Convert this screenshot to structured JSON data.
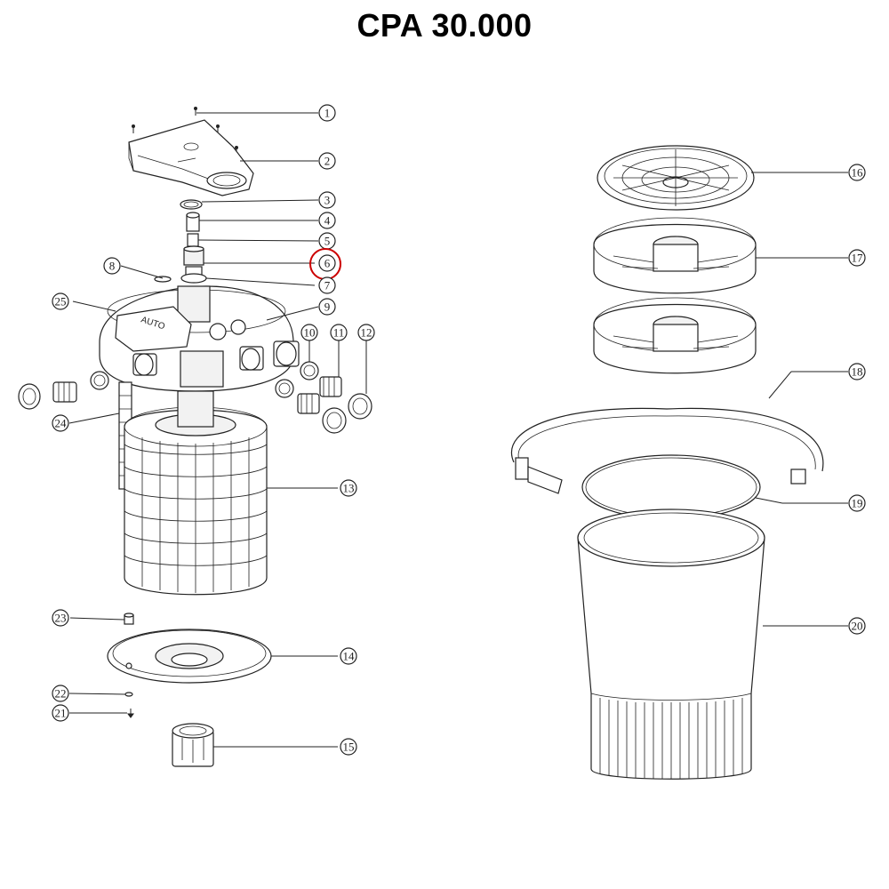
{
  "title": "CPA 30.000",
  "highlight_color": "#cc0000",
  "callouts": {
    "c1": "1",
    "c2": "2",
    "c3": "3",
    "c4": "4",
    "c5": "5",
    "c6": "6",
    "c7": "7",
    "c8": "8",
    "c9": "9",
    "c10": "10",
    "c11": "11",
    "c12": "12",
    "c13": "13",
    "c14": "14",
    "c15": "15",
    "c16": "16",
    "c17": "17",
    "c18": "18",
    "c19": "19",
    "c20": "20",
    "c21": "21",
    "c22": "22",
    "c23": "23",
    "c24": "24",
    "c25": "25"
  },
  "highlighted_callout": "6",
  "embossed_text": "AUTO"
}
